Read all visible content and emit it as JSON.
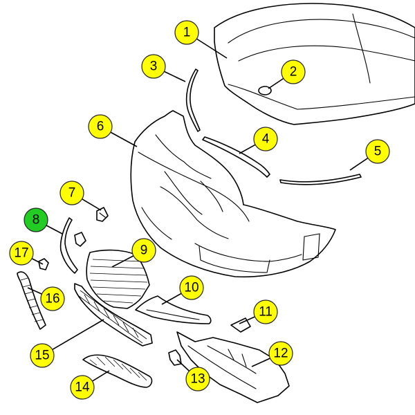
{
  "colors": {
    "callout_fill": "#ffff00",
    "callout_highlight": "#22cc22",
    "line": "#000000",
    "background": "#ffffff"
  },
  "callouts": [
    {
      "id": 1,
      "label": "1",
      "highlighted": false
    },
    {
      "id": 2,
      "label": "2",
      "highlighted": false
    },
    {
      "id": 3,
      "label": "3",
      "highlighted": false
    },
    {
      "id": 4,
      "label": "4",
      "highlighted": false
    },
    {
      "id": 5,
      "label": "5",
      "highlighted": false
    },
    {
      "id": 6,
      "label": "6",
      "highlighted": false
    },
    {
      "id": 7,
      "label": "7",
      "highlighted": false
    },
    {
      "id": 8,
      "label": "8",
      "highlighted": true
    },
    {
      "id": 9,
      "label": "9",
      "highlighted": false
    },
    {
      "id": 10,
      "label": "10",
      "highlighted": false
    },
    {
      "id": 11,
      "label": "11",
      "highlighted": false
    },
    {
      "id": 12,
      "label": "12",
      "highlighted": false
    },
    {
      "id": 13,
      "label": "13",
      "highlighted": false
    },
    {
      "id": 14,
      "label": "14",
      "highlighted": false
    },
    {
      "id": 15,
      "label": "15",
      "highlighted": false
    },
    {
      "id": 16,
      "label": "16",
      "highlighted": false
    },
    {
      "id": 17,
      "label": "17",
      "highlighted": false
    }
  ]
}
